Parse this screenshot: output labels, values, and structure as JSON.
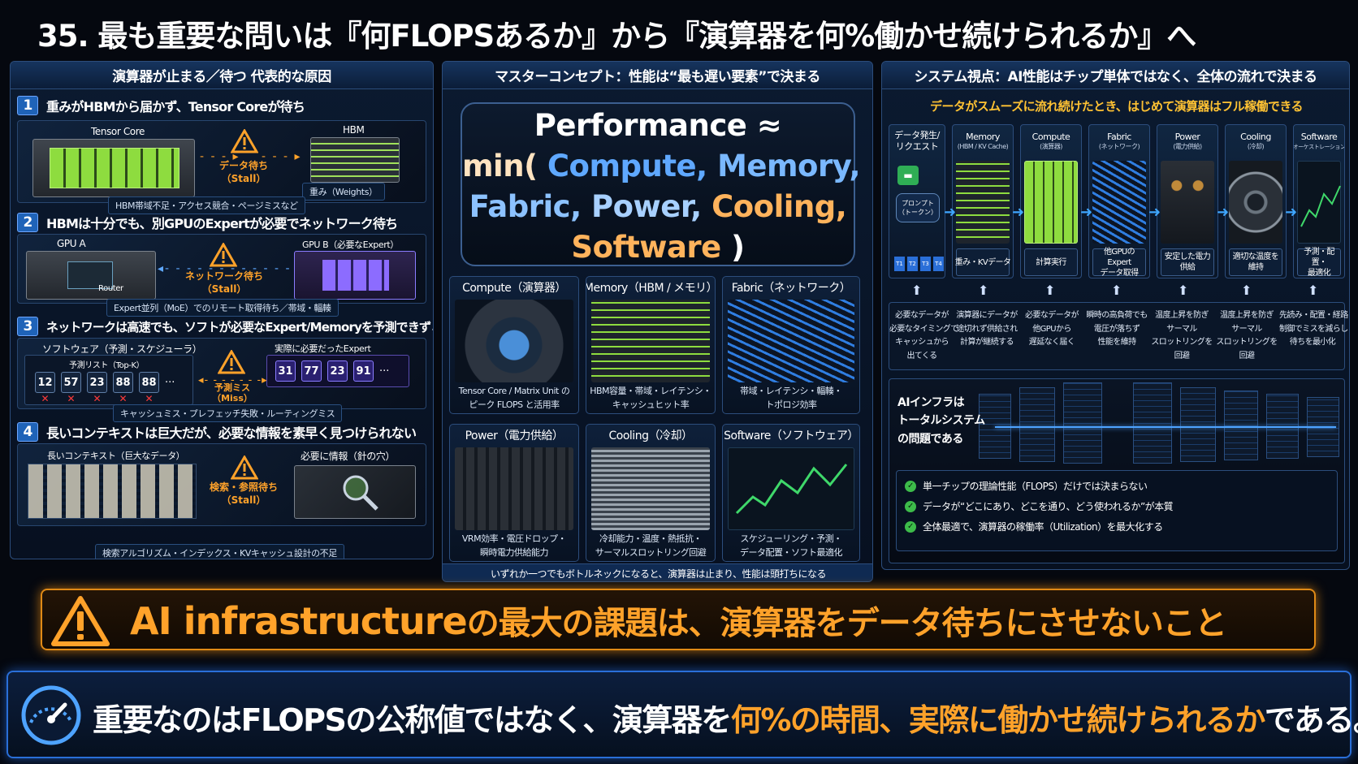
{
  "title": "35. 最も重要な問いは『何FLOPSあるか』から『演算器を何%働かせ続けられるか』へ",
  "left": {
    "header": "演算器が止まる／待つ 代表的な原因",
    "sections": [
      {
        "num": "1",
        "title": "重みがHBMから届かず、Tensor Coreが待ち",
        "label_a": "Tensor Core",
        "label_b": "HBM",
        "warn": "データ待ち",
        "warn2": "（Stall）",
        "tag": "重み（Weights）",
        "footer": "HBM帯域不足・アクセス競合・ページミスなど"
      },
      {
        "num": "2",
        "title": "HBMは十分でも、別GPUのExpertが必要でネットワーク待ち",
        "label_a": "GPU A",
        "label_b": "GPU B（必要なExpert）",
        "router": "Router",
        "warn": "ネットワーク待ち",
        "warn2": "（Stall）",
        "footer": "Expert並列（MoE）でのリモート取得待ち／帯域・輻輳"
      },
      {
        "num": "3",
        "title": "ネットワークは高速でも、ソフトが必要なExpert/Memoryを予測できずミス",
        "label_a": "ソフトウェア（予測・スケジューラ）",
        "list_label": "予測リスト（Top-K）",
        "predicted": [
          "12",
          "57",
          "23",
          "88",
          "88"
        ],
        "ellipsis": "···",
        "label_b": "実際に必要だったExpert",
        "actual": [
          "31",
          "77",
          "23",
          "91"
        ],
        "warn": "予測ミス",
        "warn2": "（Miss）",
        "footer": "キャッシュミス・プレフェッチ失敗・ルーティングミス"
      },
      {
        "num": "4",
        "title": "長いコンテキストは巨大だが、必要な情報を素早く見つけられない",
        "label_a": "長いコンテキスト（巨大なデータ）",
        "label_b": "必要に情報（針の穴）",
        "warn": "検索・参照待ち",
        "warn2": "（Stall）",
        "footer": "検索アルゴリズム・インデックス・KVキャッシュ設計の不足"
      }
    ]
  },
  "middle": {
    "header": "マスターコンセプト：性能は“最も遅い要素”で決まる",
    "formula": {
      "line1": "Performance ≈",
      "min": "min(",
      "compute": "Compute,",
      "memory": "Memory,",
      "fabric": "Fabric,",
      "power": "Power,",
      "cooling": "Cooling,",
      "software": "Software",
      "close": ")"
    },
    "tiles": [
      {
        "title": "Compute（演算器）",
        "cap1": "Tensor Core / Matrix Unit の",
        "cap2": "ピーク FLOPS と活用率"
      },
      {
        "title": "Memory（HBM / メモリ）",
        "cap1": "HBM容量・帯域・レイテンシ・",
        "cap2": "キャッシュヒット率"
      },
      {
        "title": "Fabric（ネットワーク）",
        "cap1": "帯域・レイテンシ・輻輳・",
        "cap2": "トポロジ効率"
      },
      {
        "title": "Power（電力供給）",
        "cap1": "VRM効率・電圧ドロップ・",
        "cap2": "瞬時電力供給能力"
      },
      {
        "title": "Cooling（冷却）",
        "cap1": "冷却能力・温度・熱抵抗・",
        "cap2": "サーマルスロットリング回避"
      },
      {
        "title": "Software（ソフトウェア）",
        "cap1": "スケジューリング・予測・",
        "cap2": "データ配置・ソフト最適化"
      }
    ],
    "footer": "いずれか一つでもボトルネックになると、演算器は止まり、性能は頭打ちになる"
  },
  "right": {
    "header": "システム視点：AI性能はチップ単体ではなく、全体の流れで決まる",
    "subheader": "データがスムーズに流れ続けたとき、はじめて演算器はフル稼働できる",
    "columns": [
      {
        "h1": "データ発生/",
        "h2": "リクエスト",
        "bubble1": "プロンプト",
        "bubble2": "（トークン）",
        "tokens": [
          "T1",
          "T2",
          "T3",
          "T4"
        ],
        "d": [
          "必要なデータが",
          "必要なタイミングで",
          "キャッシュから",
          "出てくる"
        ]
      },
      {
        "h1": "Memory",
        "h2": "(HBM / KV Cache)",
        "cap": "重み・KVデータ",
        "d": [
          "演算器にデータが",
          "途切れず供給され",
          "計算が継続する"
        ]
      },
      {
        "h1": "Compute",
        "h2": "(演算器)",
        "cap": "計算実行",
        "d": [
          "必要なデータが",
          "他GPUから",
          "遅延なく届く"
        ]
      },
      {
        "h1": "Fabric",
        "h2": "(ネットワーク)",
        "cap": "他GPUのExpert\nデータ取得",
        "d": [
          "瞬時の高負荷でも",
          "電圧が落ちず",
          "性能を維持"
        ]
      },
      {
        "h1": "Power",
        "h2": "(電力供給)",
        "cap": "安定した電力\n供給",
        "d": [
          "温度上昇を防ぎ",
          "サーマル",
          "スロットリングを",
          "回避"
        ]
      },
      {
        "h1": "Cooling",
        "h2": "(冷却)",
        "cap": "適切な温度を\n維持",
        "d": [
          "温度上昇を防ぎ",
          "サーマル",
          "スロットリングを",
          "回避"
        ]
      },
      {
        "h1": "Software",
        "h2": "(オーケストレーション)",
        "cap": "予測・配置・\n最適化",
        "d": [
          "先読み・配置・経路",
          "制御でミスを減らし",
          "待ちを最小化"
        ]
      }
    ],
    "infra": [
      "AIインフラは",
      "トータルシステム",
      "の問題である"
    ],
    "checks": [
      "単一チップの理論性能（FLOPS）だけでは決まらない",
      "データが“どこにあり、どこを通り、どう使われるか”が本質",
      "全体最適で、演算器の稼働率（Utilization）を最大化する"
    ]
  },
  "banner1": {
    "en": "AI infrastructure",
    "jp": "の最大の課題は、演算器をデータ待ちにさせないこと"
  },
  "banner2": {
    "a": "重要なのはFLOPSの公称値ではなく、演算器を",
    "b": "何%の時間、実際に働かせ続けられるか",
    "c": "である。"
  },
  "colors": {
    "accent_orange": "#ffa22a",
    "accent_blue": "#5fa8ff",
    "memory_blue": "#7ab8ff",
    "cooling_orange": "#ffb35c",
    "warning_red": "#ff3a3a"
  },
  "icons": [
    "warning-icon",
    "arrow-right-icon",
    "arrow-up-icon",
    "chat-icon",
    "check-icon",
    "gauge-icon",
    "magnifier-icon"
  ]
}
